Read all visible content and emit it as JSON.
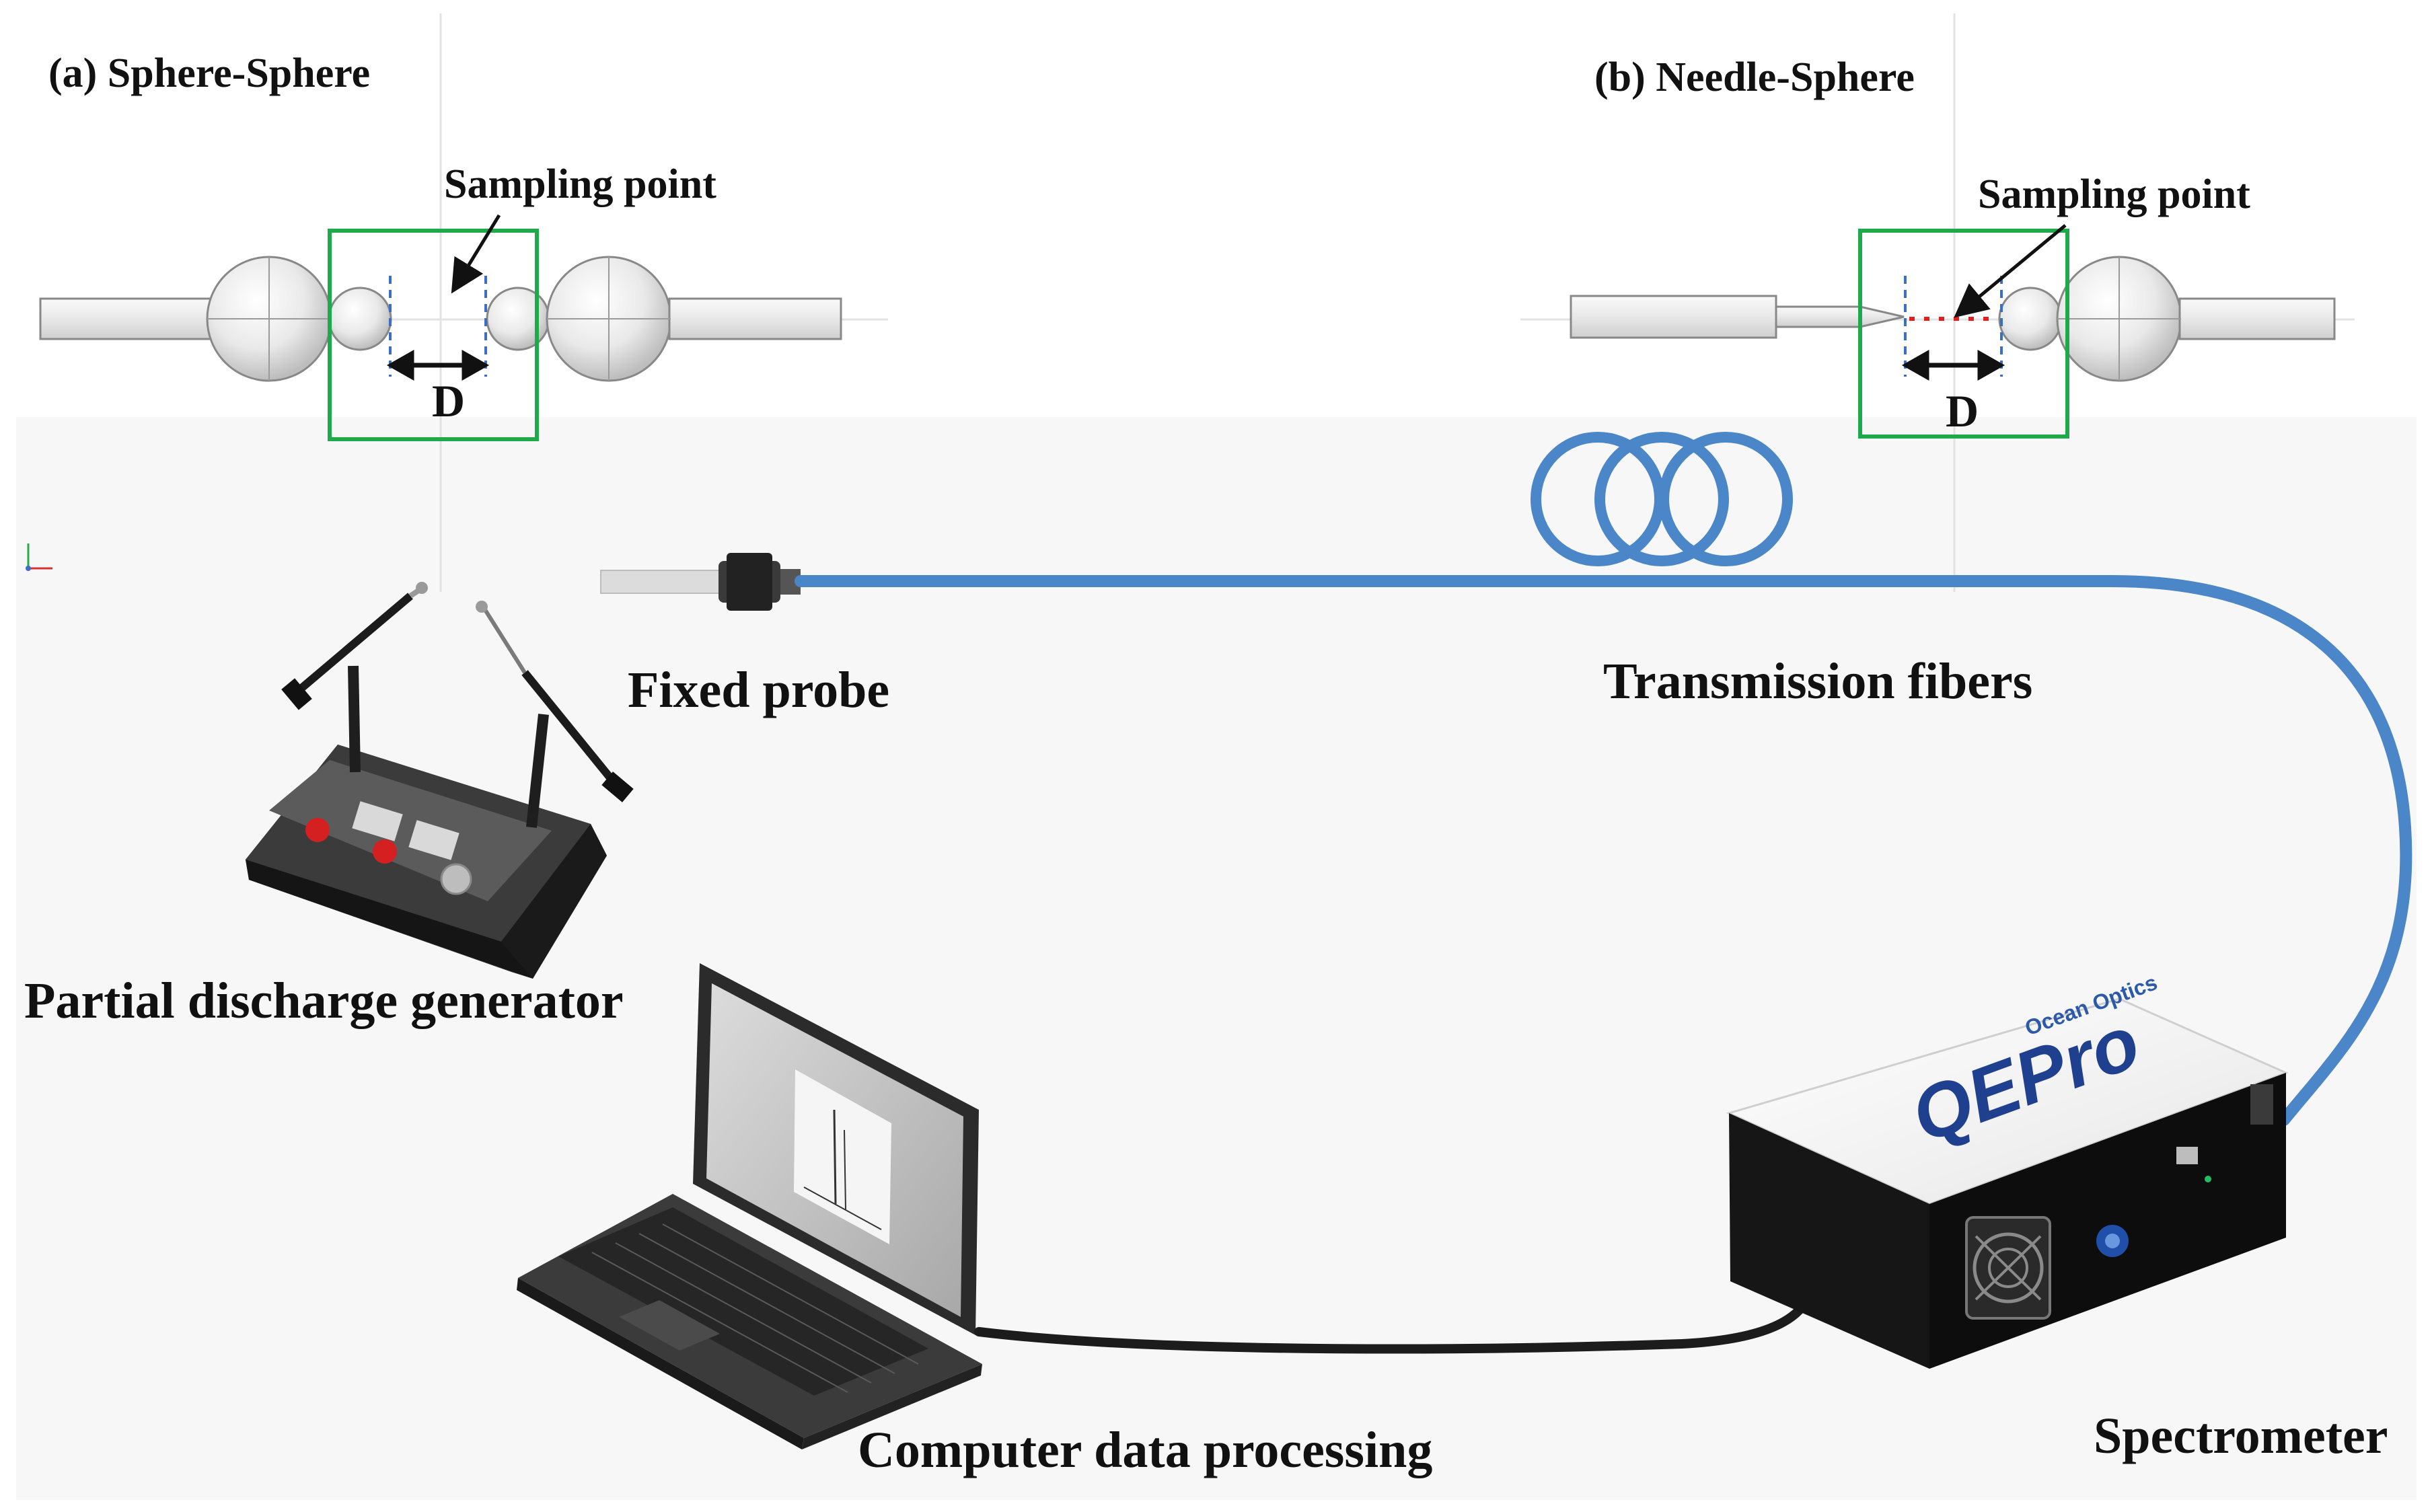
{
  "panel_a": {
    "title": "(a) Sphere-Sphere",
    "sampling": "Sampling point",
    "gap": "D"
  },
  "panel_b": {
    "title": "(b) Needle-Sphere",
    "sampling": "Sampling point",
    "gap": "D"
  },
  "labels": {
    "fixed_probe": "Fixed probe",
    "transmission": "Transmission fibers",
    "generator": "Partial discharge generator",
    "computer": "Computer data processing",
    "spectrometer": "Spectrometer"
  },
  "spectrometer_brand": "QEPro",
  "colors": {
    "fiber": "#4a86c8",
    "sample_box": "#1eaa4a",
    "sampling_dots": "#e02020",
    "background_panel": "#f7f7f7"
  }
}
